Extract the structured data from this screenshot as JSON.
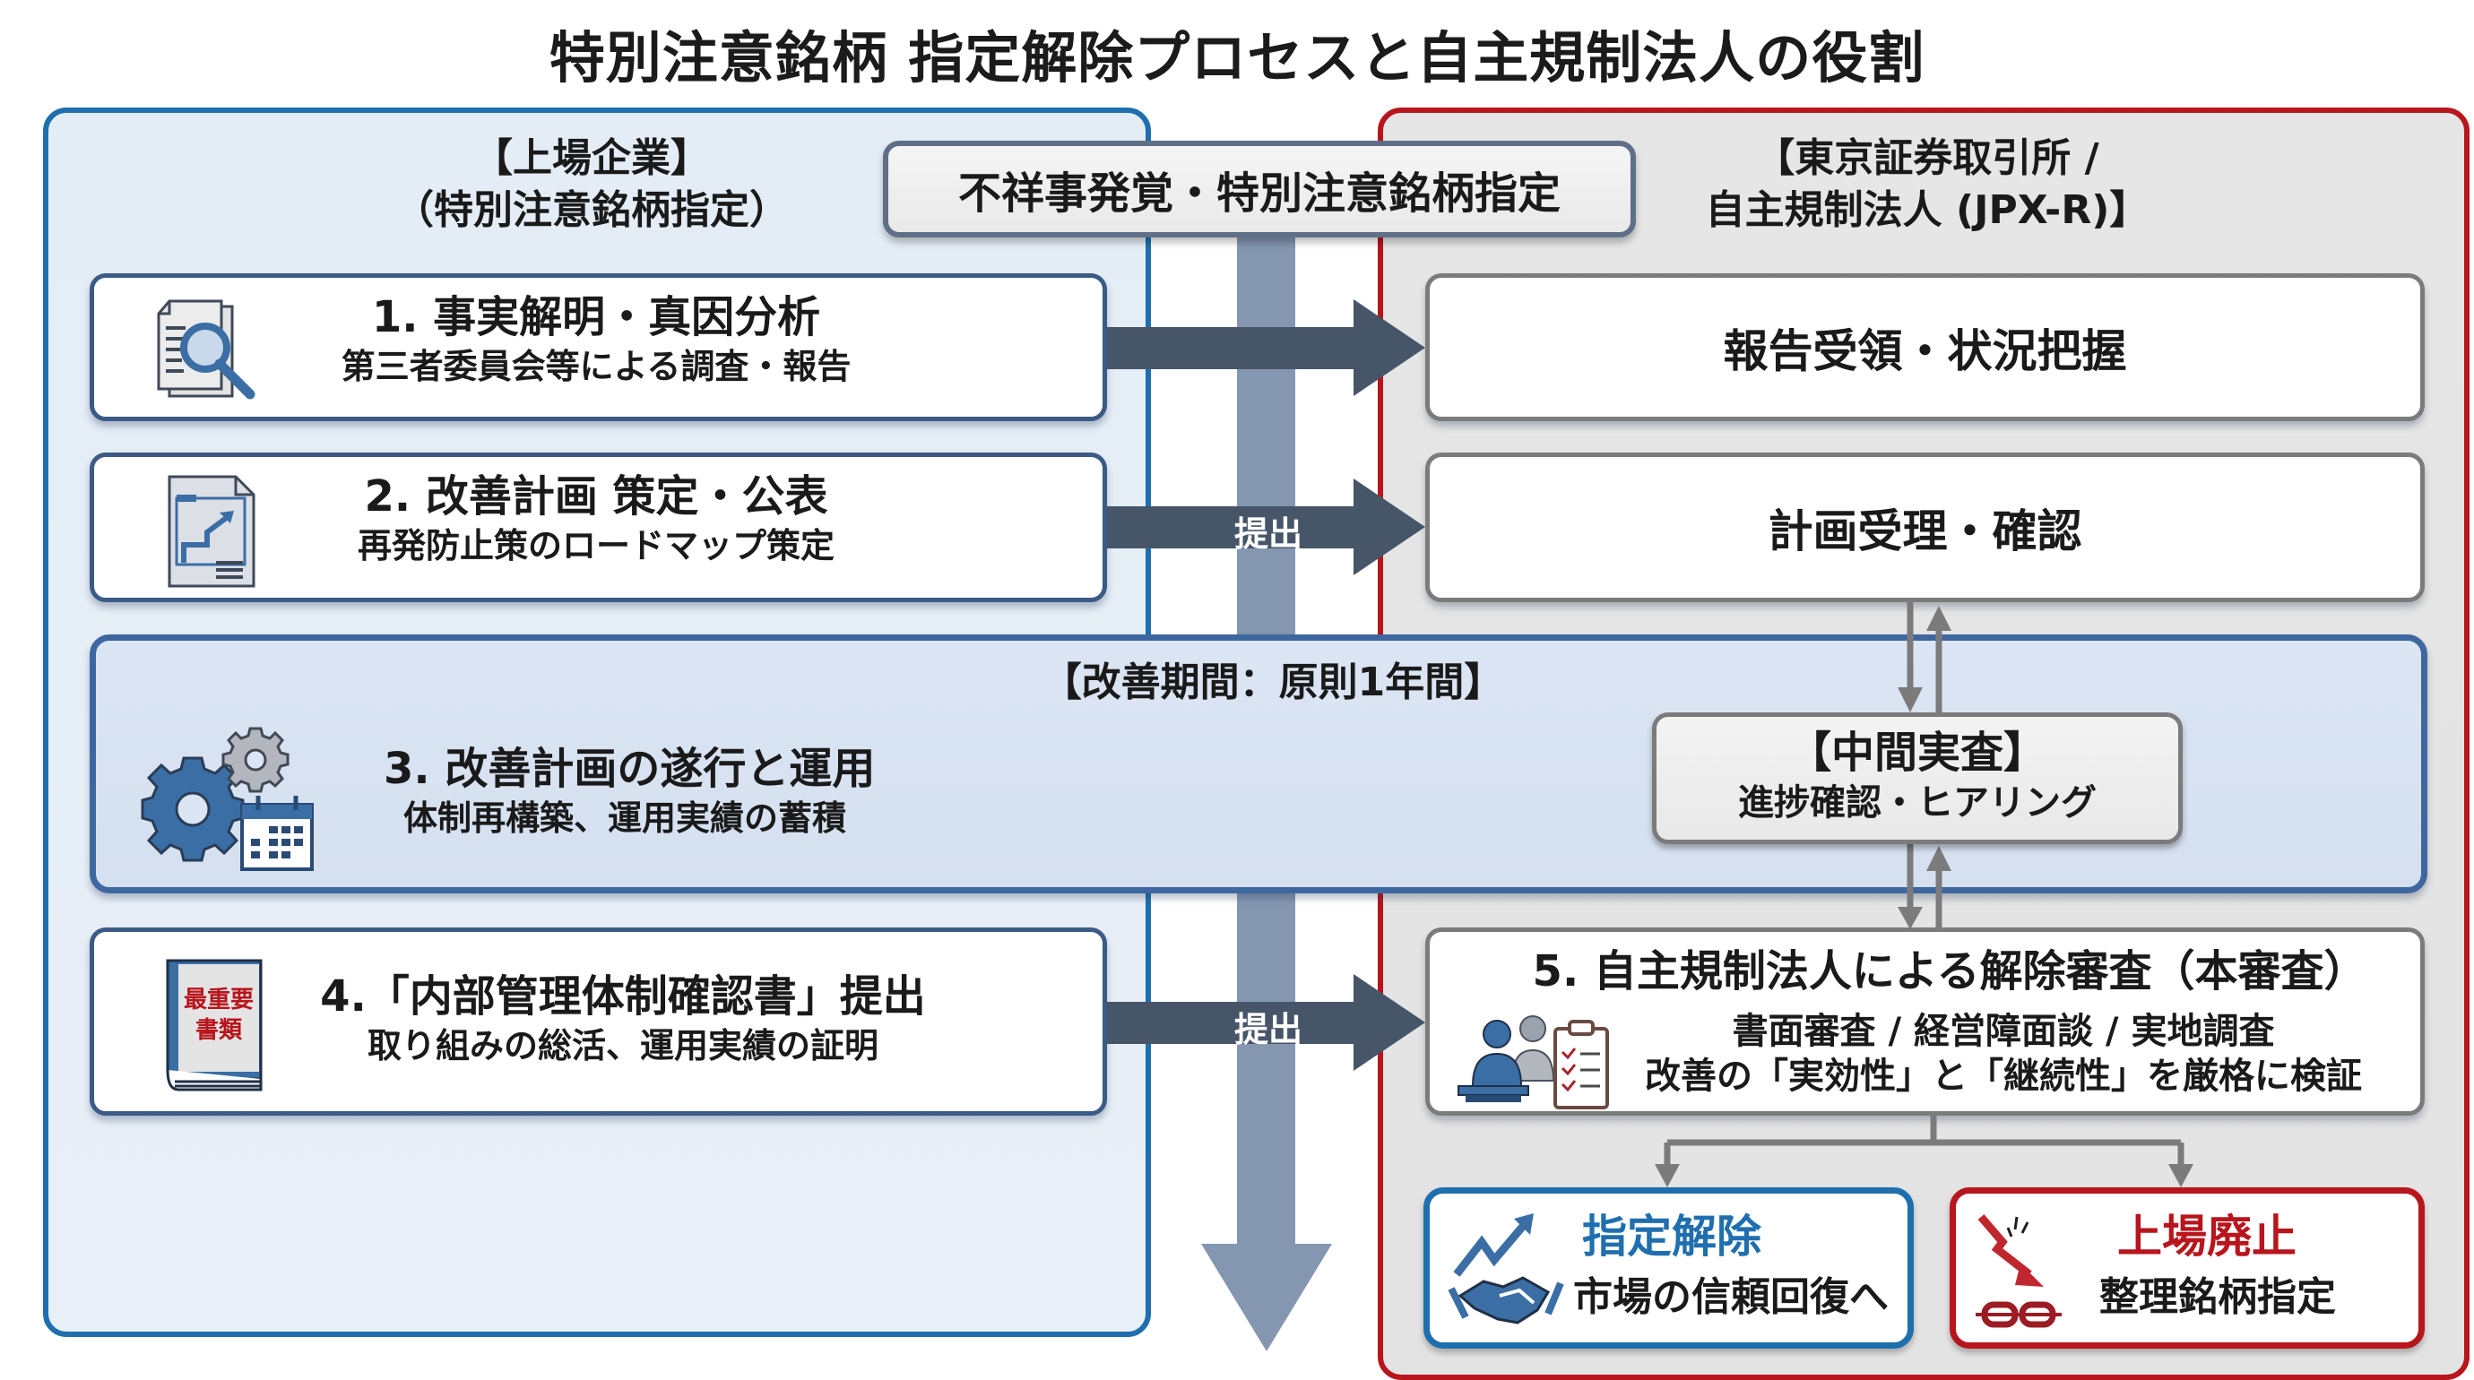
{
  "title": "特別注意銘柄 指定解除プロセスと自主規制法人の役割",
  "left_panel": {
    "heading_line1": "【上場企業】",
    "heading_line2": "（特別注意銘柄指定）",
    "border_color": "#1f6fae"
  },
  "right_panel": {
    "heading_line1": "【東京証券取引所 /",
    "heading_line2": "自主規制法人 (JPX-R)】",
    "border_color": "#b8151d"
  },
  "event_box": {
    "label": "不祥事発覚・特別注意銘柄指定"
  },
  "steps": [
    {
      "icon": "document-search-icon",
      "title": "1. 事実解明・真因分析",
      "subtitle": "第三者委員会等による調査・報告"
    },
    {
      "icon": "roadmap-document-icon",
      "title": "2. 改善計画 策定・公表",
      "subtitle": "再発防止策のロードマップ策定"
    },
    {
      "icon": "gears-calendar-icon",
      "title": "3. 改善計画の遂行と運用",
      "subtitle": "体制再構築、運用実績の蓄積"
    },
    {
      "icon": "important-document-book-icon",
      "icon_text_line1": "最重要",
      "icon_text_line2": "書類",
      "title": "4.「内部管理体制確認書」提出",
      "subtitle": "取り組みの総活、運用実績の証明"
    }
  ],
  "arrows": {
    "step1_label": "",
    "step2_label": "提出",
    "step4_label": "提出",
    "color": "#475569"
  },
  "period_band": {
    "label": "【改善期間：原則1年間】"
  },
  "exchange_boxes": {
    "receive_report": "報告受領・状況把握",
    "receive_plan": "計画受理・確認"
  },
  "midterm_review": {
    "title": "【中間実査】",
    "subtitle": "進捗確認・ヒアリング"
  },
  "final_review": {
    "icon": "interview-checklist-icon",
    "title": "5. 自主規制法人による解除審査（本審査）",
    "line1": "書面審査 / 経営障面談 / 実地調査",
    "line2": "改善の「実効性」と「継続性」を厳格に検証"
  },
  "outcomes": {
    "release": {
      "icon": "handshake-growth-icon",
      "title": "指定解除",
      "subtitle": "市場の信頼回復へ",
      "color": "#1f6fae"
    },
    "delisting": {
      "icon": "broken-chain-decline-icon",
      "title": "上場廃止",
      "subtitle": "整理銘柄指定",
      "color": "#b8151d"
    }
  }
}
